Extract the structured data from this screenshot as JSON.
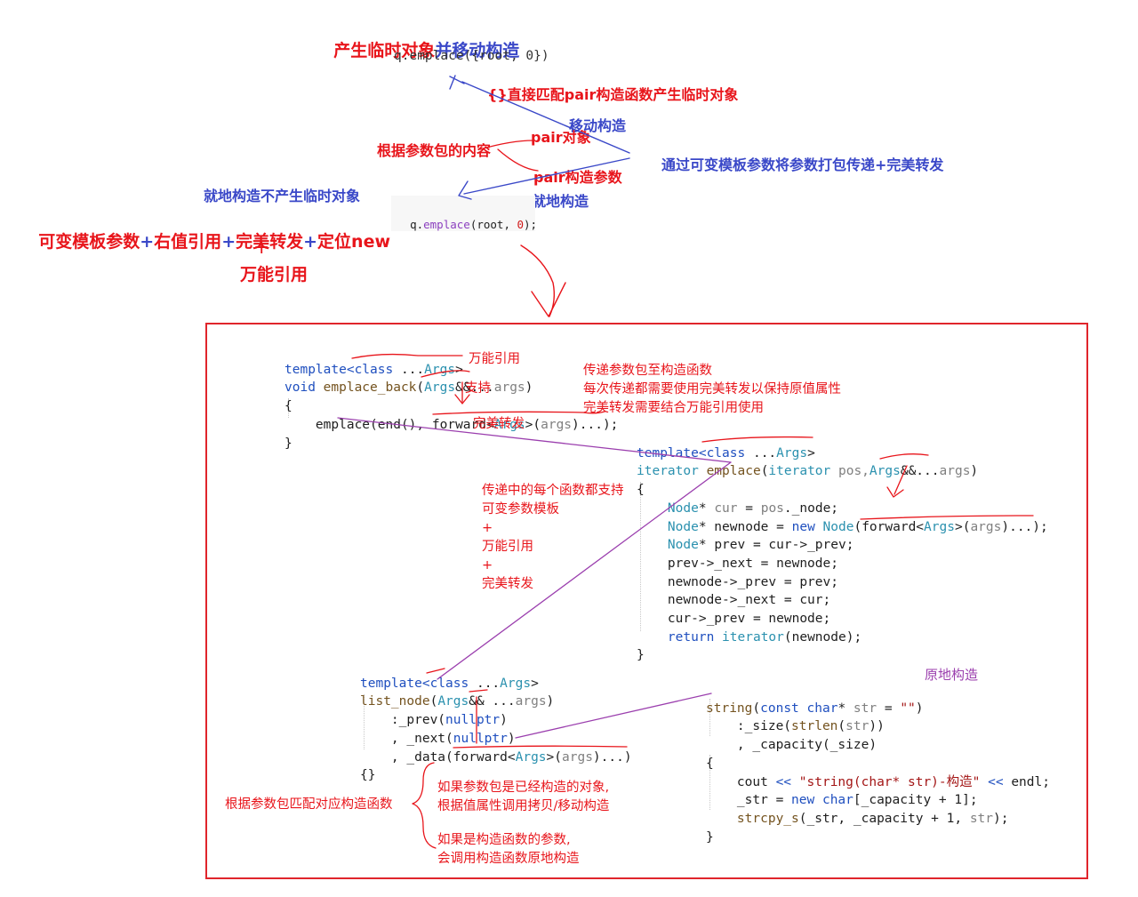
{
  "top": {
    "title_red": "产生临时对象",
    "title_blue": "并移动构造",
    "code1": "q.emplace({root, 0})",
    "brace_note": "{}直接匹配pair构造函数产生临时对象",
    "move_construct": "移动构造",
    "pair_object": "pair对象",
    "by_pack_content": "根据参数包的内容",
    "pair_args": "pair构造参数",
    "forward_note": "通过可变模板参数将参数打包传递+完美转发",
    "inplace_no_temp": "就地构造不产生临时对象",
    "inplace": "就地构造",
    "code2_prefix": "q.",
    "code2_fn": "emplace",
    "code2_args": "(root, ",
    "code2_num": "0",
    "code2_end": ");",
    "formula": [
      "可变模板参数",
      "+",
      "右值引用",
      "+",
      "完美转发",
      "+",
      "定位new"
    ],
    "plus": "+",
    "universal_ref": "万能引用"
  },
  "emplace_back": {
    "l1": [
      "template<",
      "class",
      " ...",
      "Args",
      ">"
    ],
    "l2": [
      "void",
      " ",
      "emplace_back",
      "(",
      "Args",
      "&&...",
      "args",
      ")"
    ],
    "l3": "{",
    "l4": [
      "emplace(end(), ",
      "forward",
      "<",
      "Args",
      ">(",
      "args",
      ")...);"
    ],
    "l5": "}"
  },
  "notes_right": [
    "传递参数包至构造函数",
    "每次传递都需要使用完美转发以保持原值属性",
    "完美转发需要结合万能引用使用"
  ],
  "universal_ref_small": "万能引用",
  "support": "支持",
  "perfect_forward_small": "完美转发",
  "chain_notes": [
    "传递中的每个函数都支持",
    "可变参数模板",
    "+",
    "万能引用",
    "+",
    "完美转发"
  ],
  "emplace": {
    "l1": [
      "template<",
      "class",
      " ...",
      "Args",
      ">"
    ],
    "l2": [
      "iterator",
      " ",
      "emplace",
      "(",
      "iterator",
      " pos,",
      "Args",
      "&&...",
      "args",
      ")"
    ],
    "l3": "{",
    "l4": [
      "Node",
      "* ",
      "cur",
      " = ",
      "pos",
      "._node;"
    ],
    "l5": [
      "Node",
      "* newnode = ",
      "new",
      " ",
      "Node",
      "(forward<",
      "Args",
      ">(",
      "args",
      ")...);"
    ],
    "l6": [
      "Node",
      "* ",
      "prev",
      " = cur->_prev;"
    ],
    "l7": "prev->_next = newnode;",
    "l8": "newnode->_prev = prev;",
    "l9": "newnode->_next = cur;",
    "l10": "cur->_prev = newnode;",
    "l11": [
      "return",
      " ",
      "iterator",
      "(newnode);"
    ],
    "l12": "}"
  },
  "list_node": {
    "l1": [
      "template<",
      "class",
      " ...",
      "Args",
      ">"
    ],
    "l2": [
      "list_node",
      "(",
      "Args",
      "&&",
      " ...",
      "args",
      ")"
    ],
    "l3": [
      ":_prev(",
      "nullptr",
      ")"
    ],
    "l4": [
      ", _next(",
      "nullptr",
      ")"
    ],
    "l5": [
      ", _data(forward<",
      "Args",
      ">(",
      "args",
      ")...)"
    ],
    "l6": "{}"
  },
  "inplace_purple": "原地构造",
  "string_ctor": {
    "l1": [
      "string",
      "(",
      "const",
      " ",
      "char",
      "* ",
      "str",
      " = ",
      "\"\"",
      ")"
    ],
    "l2": [
      ":_size(",
      "strlen",
      "(",
      "str",
      "))"
    ],
    "l3": ", _capacity(_size)",
    "l4": "{",
    "l5": [
      "cout ",
      "<<",
      " ",
      "\"string(char* str)-构造\"",
      " ",
      "<<",
      " endl;"
    ],
    "l6": [
      "_str = ",
      "new",
      " ",
      "char",
      "[_capacity + 1];"
    ],
    "l7": [
      "strcpy_s",
      "(_str, _capacity + 1, ",
      "str",
      ");"
    ],
    "l8": "}"
  },
  "match_note": "根据参数包匹配对应构造函数",
  "branch1": [
    "如果参数包是已经构造的对象,",
    "根据值属性调用拷贝/移动构造"
  ],
  "branch2": [
    "如果是构造函数的参数,",
    "会调用构造函数原地构造"
  ],
  "colors": {
    "red": "#e8151b",
    "blue": "#3a48c8",
    "purple": "#9b3fae",
    "frame": "#e0252b"
  }
}
